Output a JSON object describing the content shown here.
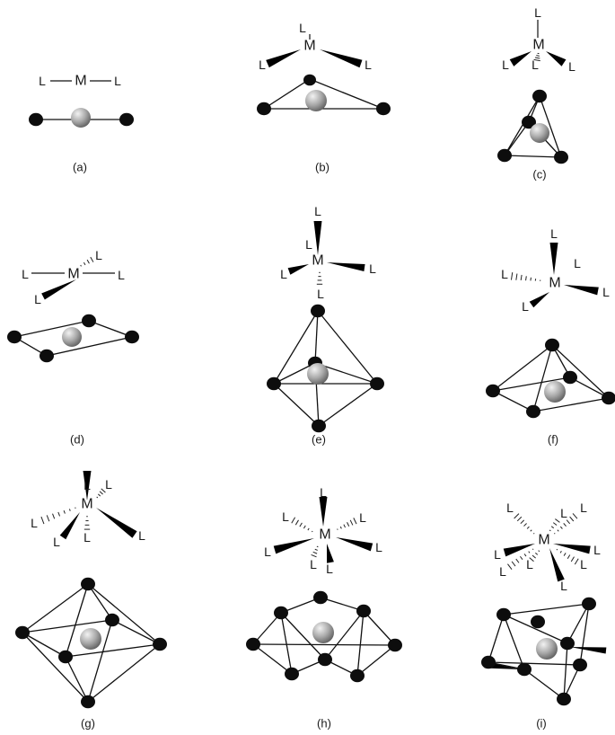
{
  "labels": {
    "metal": "M",
    "ligand": "L"
  },
  "colors": {
    "ink": "#111111",
    "ligand_atom": "#0d0d0d",
    "metal_light": "#eeeeee",
    "metal_dark": "#6b6b6b"
  },
  "panels": [
    {
      "caption": "(a)"
    },
    {
      "caption": "(b)"
    },
    {
      "caption": "(c)"
    },
    {
      "caption": "(d)"
    },
    {
      "caption": "(e)"
    },
    {
      "caption": "(f)"
    },
    {
      "caption": "(g)"
    },
    {
      "caption": "(h)"
    },
    {
      "caption": "(i)"
    }
  ]
}
